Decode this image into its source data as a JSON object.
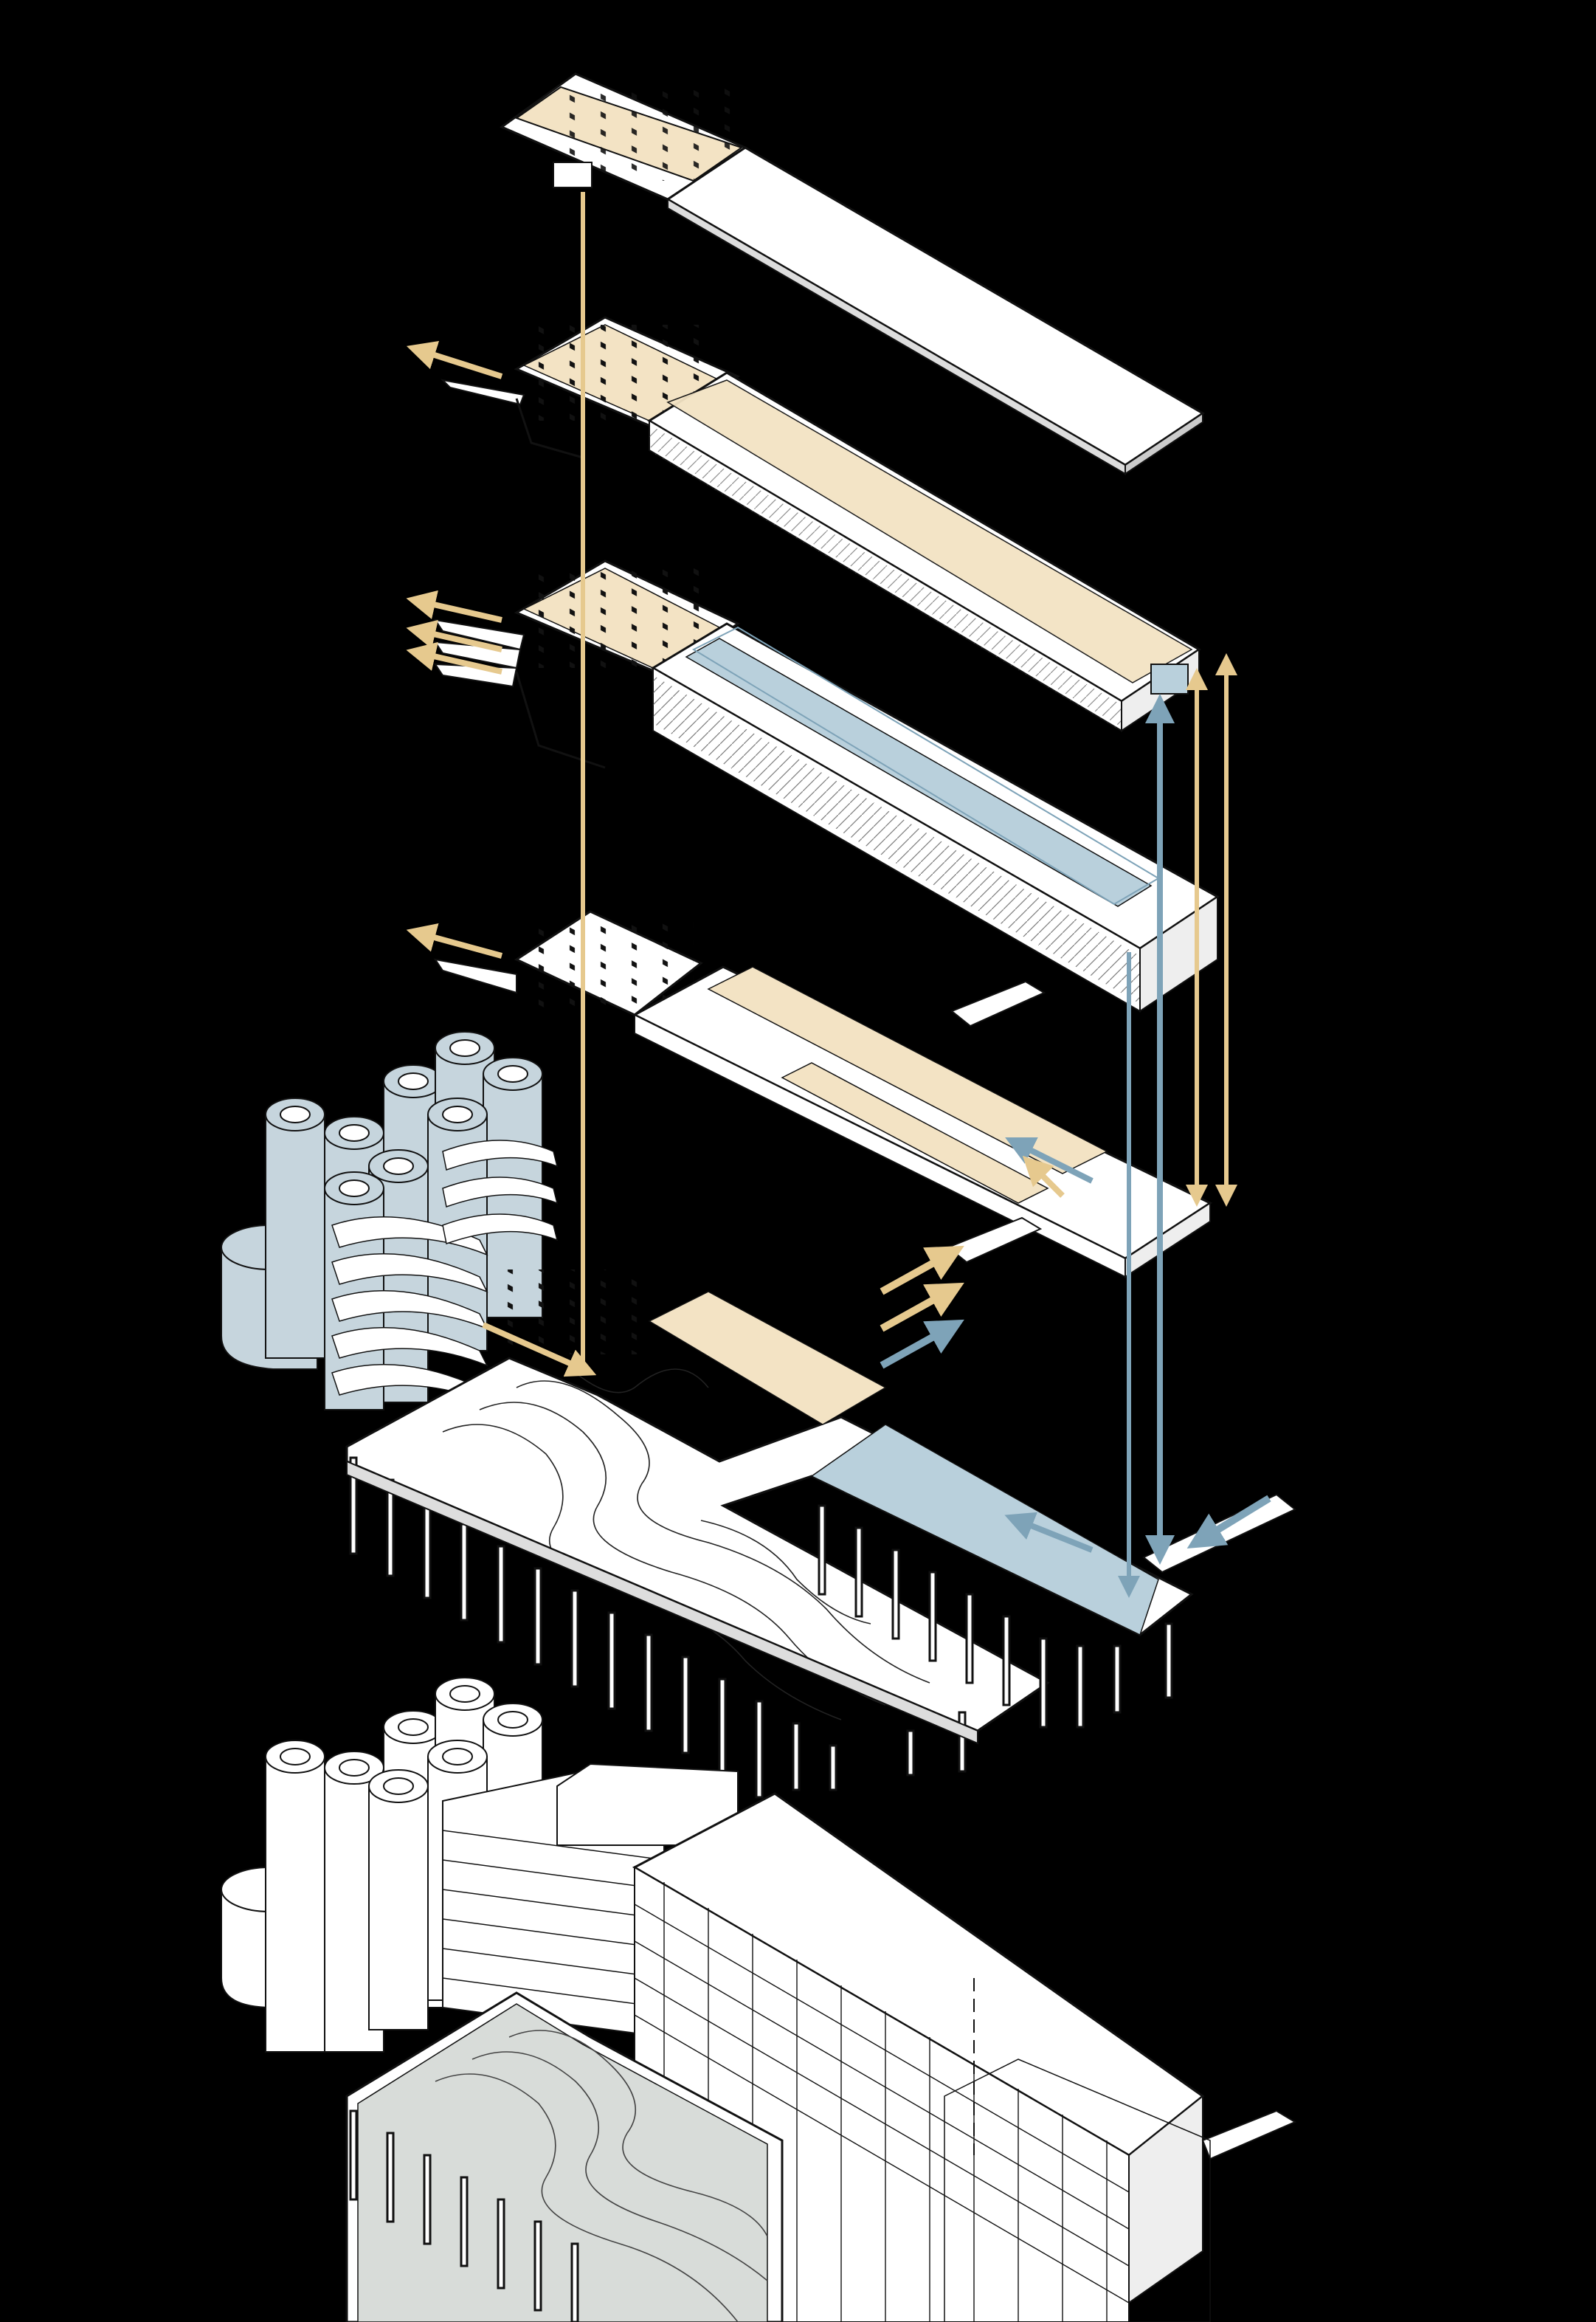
{
  "diagram": {
    "kind": "exploded-axonometric-building",
    "text_labels": [],
    "colors": {
      "background": "#000000",
      "slab": "#ffffff",
      "line": "#1a1a1a",
      "accent_tan": "#f3e3c4",
      "accent_tan_dark": "#e6c98e",
      "accent_blue": "#b9d0dc",
      "accent_blue_dark": "#7ea3b8",
      "silo_blue": "#c6d5dd",
      "terrain_grey": "#d8dcd9"
    },
    "layers": [
      {
        "id": "roof",
        "fill": "tan"
      },
      {
        "id": "level-4",
        "fill": "tan"
      },
      {
        "id": "level-3",
        "fill": "blue-atrium"
      },
      {
        "id": "level-2",
        "fill": "tan"
      },
      {
        "id": "ground-deck",
        "fill": "terrain-contours"
      },
      {
        "id": "assembled-building",
        "fill": "white"
      }
    ],
    "circulation_arrows": [
      {
        "id": "vertical-core-tan",
        "color": "tan"
      },
      {
        "id": "vertical-east-tan",
        "color": "tan"
      },
      {
        "id": "vertical-east-blue",
        "color": "blue"
      },
      {
        "id": "entry-arrows-tan",
        "color": "tan"
      },
      {
        "id": "entry-arrow-blue",
        "color": "blue"
      }
    ]
  }
}
